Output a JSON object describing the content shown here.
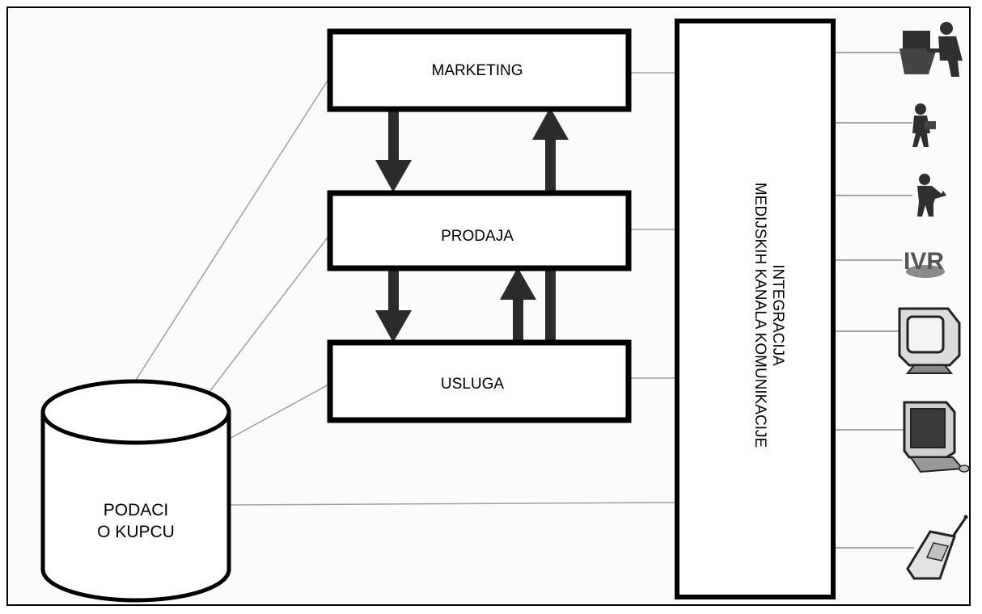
{
  "diagram": {
    "boxes": {
      "marketing": "MARKETING",
      "prodaja": "PRODAJA",
      "usluga": "USLUGA"
    },
    "database": {
      "line1": "PODACI",
      "line2": "O KUPCU"
    },
    "integration": {
      "line1": "INTEGRACIJA",
      "line2": "MEDIJSKIH KANALA KOMUNIKACIJE"
    },
    "channels": [
      {
        "name": "desktop-agent-icon"
      },
      {
        "name": "field-person-icon"
      },
      {
        "name": "mobile-agent-icon"
      },
      {
        "name": "ivr-icon",
        "label": "IVR"
      },
      {
        "name": "monitor-icon"
      },
      {
        "name": "personal-computer-icon"
      },
      {
        "name": "mobile-phone-icon"
      }
    ],
    "colors": {
      "stroke": "#000000",
      "arrow": "#2b2b2b",
      "connector": "#9a9a9a"
    }
  }
}
